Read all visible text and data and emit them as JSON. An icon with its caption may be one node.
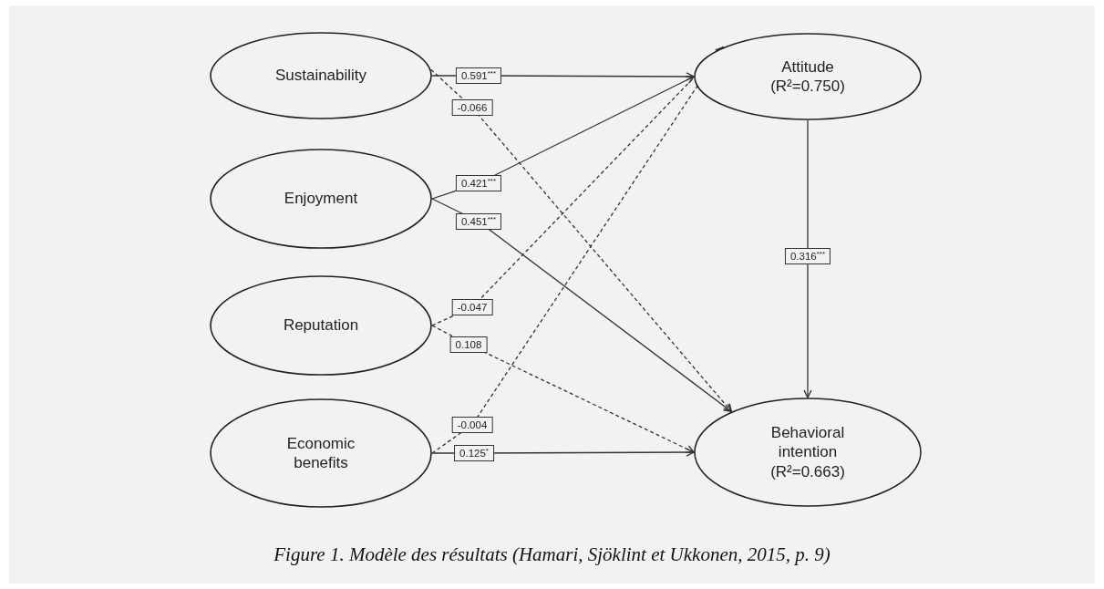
{
  "diagram": {
    "caption": "Figure 1. Modèle des résultats (Hamari, Sjöklint et Ukkonen, 2015, p. 9)",
    "nodes": [
      {
        "text": [
          "Sustainability"
        ]
      },
      {
        "text": [
          "Enjoyment"
        ]
      },
      {
        "text": [
          "Reputation"
        ]
      },
      {
        "text": [
          "Economic benefits"
        ]
      },
      {
        "text": [
          "Attitude (R²=0.750)"
        ]
      },
      {
        "text": [
          "Behavioral intention (R²=0.663)"
        ]
      }
    ],
    "edges": [
      {
        "from": 0,
        "to": 4,
        "arrow": "to",
        "label": "0.591$^{***}$"
      },
      {
        "from": 0,
        "to": 5,
        "arrow": "to",
        "label": "-0.066",
        "style": "dashed"
      },
      {
        "from": 1,
        "to": 4,
        "arrow": "to",
        "label": "0.421$^{***}$"
      },
      {
        "from": 1,
        "to": 5,
        "arrow": "to",
        "label": "0.451$^{***}$"
      },
      {
        "from": 2,
        "to": 4,
        "arrow": "to",
        "label": "-0.047",
        "style": "dashed"
      },
      {
        "from": 2,
        "to": 5,
        "arrow": "to",
        "label": "0.108",
        "style": "dashed"
      },
      {
        "from": 3,
        "to": 4,
        "arrow": "to",
        "label": "-0.004",
        "style": "dashed"
      },
      {
        "from": 3,
        "to": 5,
        "arrow": "to",
        "label": "0.125$^{*}$"
      },
      {
        "from": 4,
        "to": 5,
        "arrow": "to",
        "label": "0.316$^{***}$"
      }
    ]
  }
}
